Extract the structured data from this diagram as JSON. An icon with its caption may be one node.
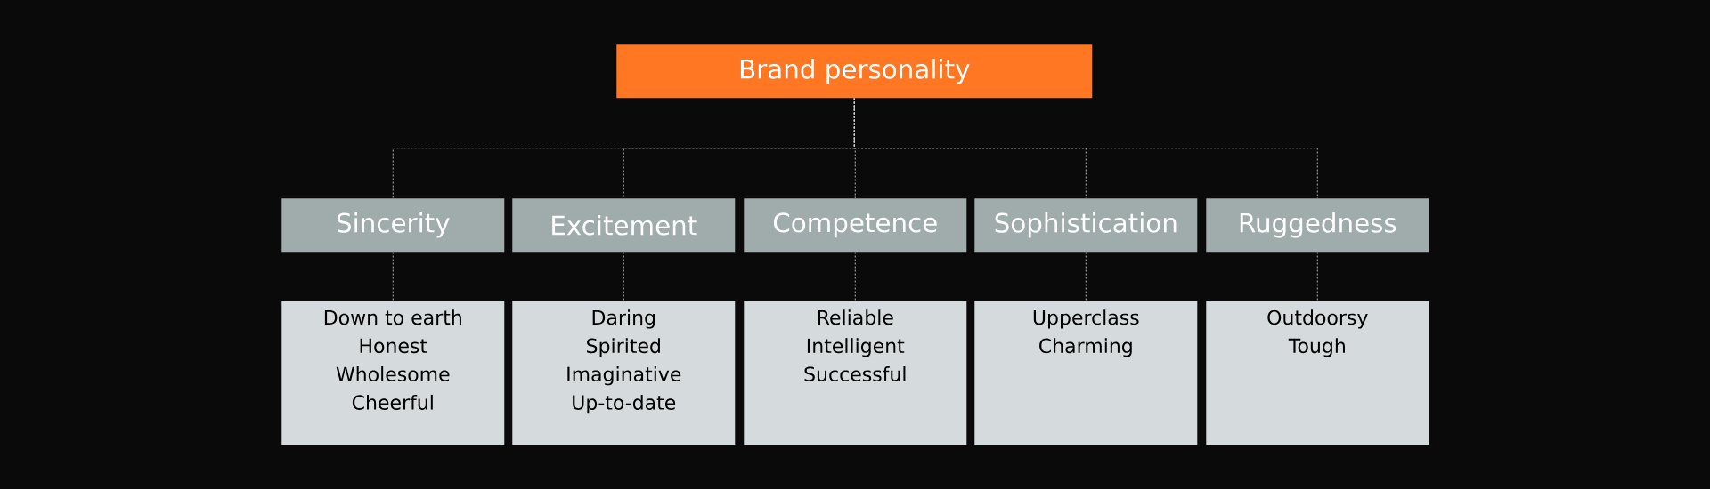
{
  "diagram": {
    "nodes": [
      {
        "text": [
          "Brand personality"
        ]
      },
      {
        "text": [
          "Sincerity"
        ]
      },
      {
        "text": [
          "Excitement"
        ]
      },
      {
        "text": [
          "Competence"
        ]
      },
      {
        "text": [
          "Sophistication"
        ]
      },
      {
        "text": [
          "Ruggedness"
        ]
      },
      {
        "text": [
          "Down to earth",
          "Honest",
          "Wholesome",
          "Cheerful"
        ]
      },
      {
        "text": [
          "Daring",
          "Spirited",
          "Imaginative",
          "Up-to-date"
        ]
      },
      {
        "text": [
          "Reliable",
          "Intelligent",
          "Successful"
        ]
      },
      {
        "text": [
          "Upperclass",
          "Charming"
        ]
      },
      {
        "text": [
          "Outdoorsy",
          "Tough"
        ]
      }
    ],
    "edges": [
      {
        "from": 0,
        "to": 1,
        "arrow": "none",
        "style": "dashed"
      },
      {
        "from": 0,
        "to": 2,
        "arrow": "none",
        "style": "dashed"
      },
      {
        "from": 0,
        "to": 3,
        "arrow": "none",
        "style": "dashed"
      },
      {
        "from": 0,
        "to": 4,
        "arrow": "none",
        "style": "dashed"
      },
      {
        "from": 0,
        "to": 5,
        "arrow": "none",
        "style": "dashed"
      },
      {
        "from": 1,
        "to": 6,
        "arrow": "none",
        "style": "dashed"
      },
      {
        "from": 2,
        "to": 7,
        "arrow": "none",
        "style": "dashed"
      },
      {
        "from": 3,
        "to": 8,
        "arrow": "none",
        "style": "dashed"
      },
      {
        "from": 4,
        "to": 9,
        "arrow": "none",
        "style": "dashed"
      },
      {
        "from": 5,
        "to": 10,
        "arrow": "none",
        "style": "dashed"
      }
    ]
  }
}
